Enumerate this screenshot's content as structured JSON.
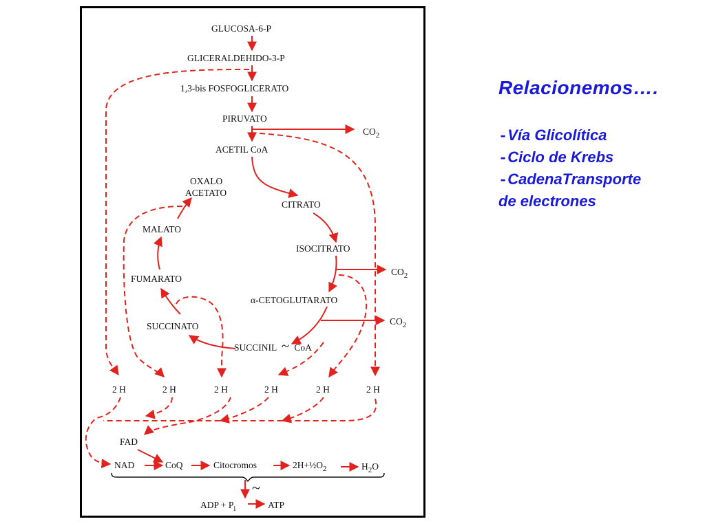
{
  "diagram": {
    "nodes": {
      "glucosa": "GLUCOSA-6-P",
      "gliceraldehido": "GLICERALDEHIDO-3-P",
      "bisfosfoglicerato": "1,3-bis FOSFOGLICERATO",
      "piruvato": "PIRUVATO",
      "acetil": "ACETIL CoA",
      "oxalo1": "OXALO",
      "oxalo2": "ACETATO",
      "citrato": "CITRATO",
      "isocitrato": "ISOCITRATO",
      "cetoglutarato": "α-CETOGLUTARATO",
      "succinil": "SUCCINIL",
      "succinil_tilde": "~",
      "succinil_coa": "CoA",
      "succinato": "SUCCINATO",
      "fumarato": "FUMARATO",
      "malato": "MALATO",
      "co2": "CO",
      "co2_sub": "2",
      "two_h": "2 H",
      "fad": "FAD",
      "nad": "NAD",
      "coq": "CoQ",
      "citocromos": "Citocromos",
      "half_o2_prefix": "2H+½O",
      "half_o2_sub": "2",
      "h2o_h": "H",
      "h2o_sub": "2",
      "h2o_o": "O",
      "tilde": "~",
      "adp": "ADP + P",
      "adp_sub": "i",
      "atp": "ATP"
    },
    "colors": {
      "arrow": "#e0231f",
      "text": "#111111",
      "frame": "#000000"
    }
  },
  "side_panel": {
    "title": "Relacionemos….",
    "items": [
      {
        "dash": "-",
        "text": "Vía Glicolítica"
      },
      {
        "dash": "-",
        "text": "Ciclo de Krebs"
      },
      {
        "dash": "-",
        "text": "CadenaTransporte"
      },
      {
        "dash": "",
        "text": "de electrones"
      }
    ],
    "color": "#1a1ad6"
  }
}
